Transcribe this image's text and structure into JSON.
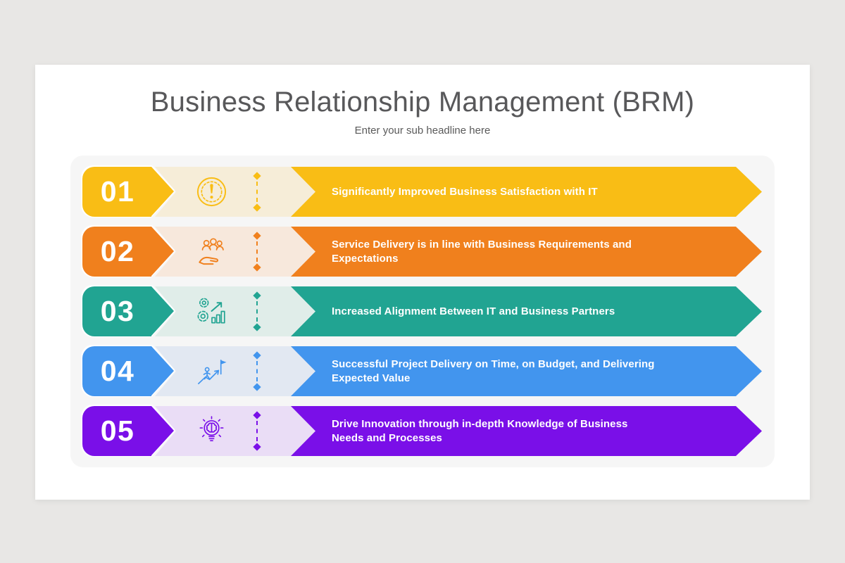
{
  "slide": {
    "title": "Business Relationship Management (BRM)",
    "subtitle": "Enter your sub headline here"
  },
  "rows": [
    {
      "number": "01",
      "text": "Significantly Improved Business Satisfaction with IT",
      "icon": "alert-circle-icon",
      "color": "#F9BD15",
      "tint": "#F6EDD8"
    },
    {
      "number": "02",
      "text": "Service Delivery is in line with Business Requirements and Expectations",
      "icon": "people-hand-icon",
      "color": "#F0801D",
      "tint": "#F7E8DC"
    },
    {
      "number": "03",
      "text": "Increased Alignment Between IT and Business Partners",
      "icon": "gears-growth-icon",
      "color": "#21A492",
      "tint": "#E0EDE9"
    },
    {
      "number": "04",
      "text": "Successful Project Delivery on Time, on Budget, and Delivering Expected Value",
      "icon": "climb-goal-icon",
      "color": "#4295EE",
      "tint": "#E2E8F2"
    },
    {
      "number": "05",
      "text": "Drive Innovation through in-depth Knowledge of Business Needs and Processes",
      "icon": "brain-bulb-icon",
      "color": "#7A0FE8",
      "tint": "#EADDF6"
    }
  ]
}
